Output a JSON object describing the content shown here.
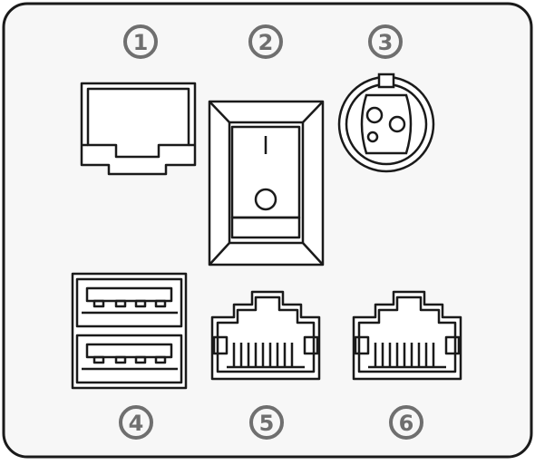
{
  "panel": {
    "ports": [
      {
        "number": "1",
        "icon": "serial-port-icon"
      },
      {
        "number": "2",
        "icon": "rocker-power-switch-icon"
      },
      {
        "number": "3",
        "icon": "din-power-connector-icon"
      },
      {
        "number": "4",
        "icon": "dual-usb-port-icon"
      },
      {
        "number": "5",
        "icon": "ethernet-port-icon"
      },
      {
        "number": "6",
        "icon": "ethernet-port-icon"
      }
    ]
  },
  "colors": {
    "panel_fill": "#f7f7f7",
    "stroke": "#1a1a1a",
    "label_gray": "#6f6f6f",
    "background": "#ffffff"
  }
}
